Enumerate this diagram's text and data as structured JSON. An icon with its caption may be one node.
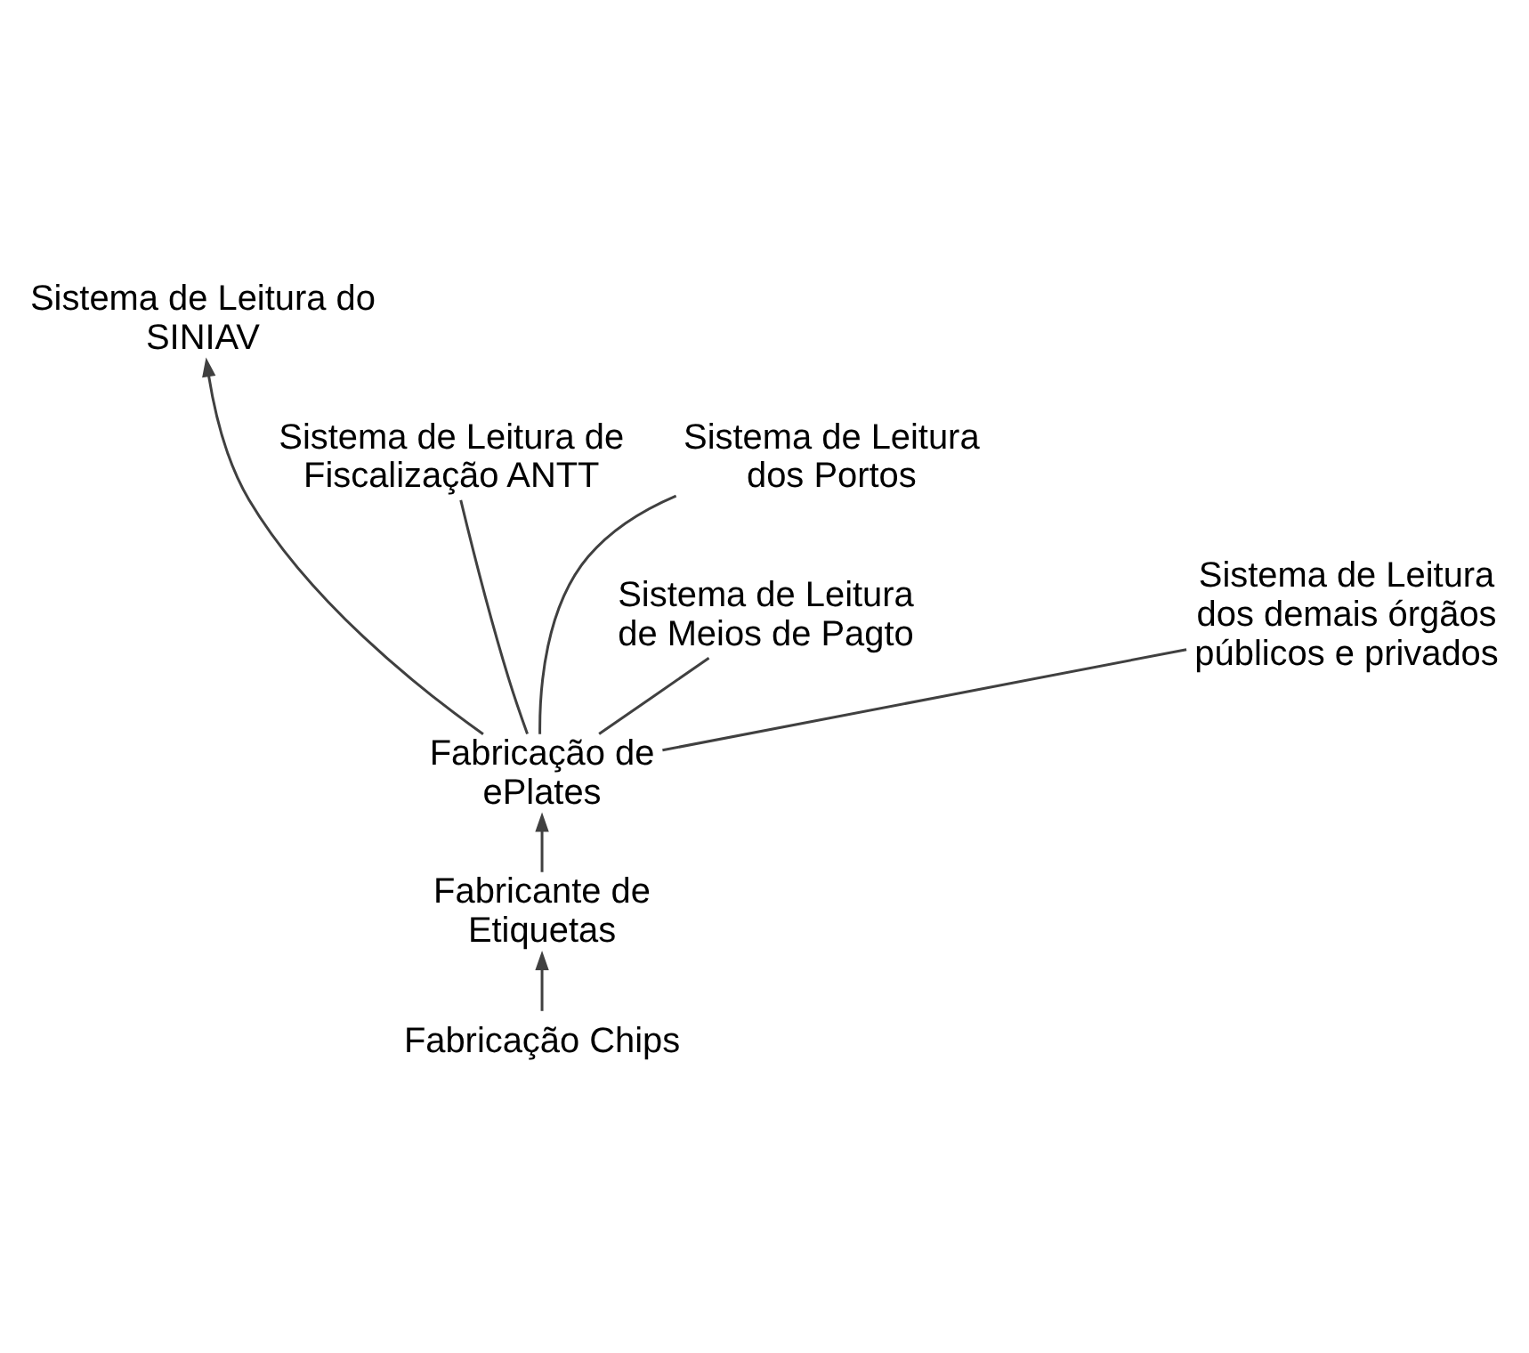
{
  "diagram": {
    "nodes": [
      {
        "text": [
          "Sistema de Leitura do SINIAV"
        ]
      },
      {
        "text": [
          "Sistema de Leitura de Fiscalização ANTT"
        ]
      },
      {
        "text": [
          "Sistema de Leitura dos Portos"
        ]
      },
      {
        "text": [
          "Sistema de Leitura de Meios de Pagto"
        ]
      },
      {
        "text": [
          "Sistema de Leitura dos demais órgãos públicos e privados"
        ]
      },
      {
        "text": [
          "Fabricação de ePlates"
        ]
      },
      {
        "text": [
          "Fabricante de Etiquetas"
        ]
      },
      {
        "text": [
          "Fabricação Chips"
        ]
      }
    ],
    "edges": [
      {
        "from": 7,
        "to": 6,
        "arrow": "to"
      },
      {
        "from": 6,
        "to": 5,
        "arrow": "to"
      },
      {
        "from": 5,
        "to": 0,
        "arrow": "to"
      },
      {
        "from": 5,
        "to": 1,
        "arrow": "none"
      },
      {
        "from": 5,
        "to": 2,
        "arrow": "none"
      },
      {
        "from": 5,
        "to": 3,
        "arrow": "none"
      },
      {
        "from": 5,
        "to": 4,
        "arrow": "none"
      }
    ]
  }
}
